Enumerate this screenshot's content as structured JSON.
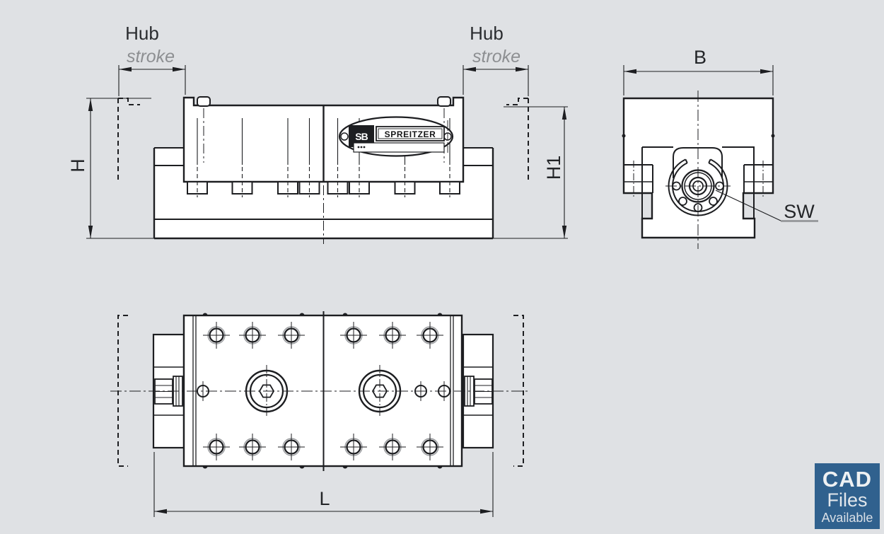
{
  "drawing": {
    "front_view": {
      "hub_left": {
        "label": "Hub",
        "sublabel": "stroke"
      },
      "hub_right": {
        "label": "Hub",
        "sublabel": "stroke"
      },
      "dim_height": "H",
      "dim_height1": "H1"
    },
    "side_view": {
      "dim_width": "B",
      "dim_wrench": "SW"
    },
    "top_view": {
      "dim_length": "L"
    },
    "nameplate": {
      "brand": "SPREITZER",
      "monogram": "SB"
    }
  },
  "badge": {
    "line1": "CAD",
    "line2": "Files",
    "line3": "Available"
  },
  "colors": {
    "background": "#dfe1e4",
    "line": "#1d1e21",
    "secondary_text": "#8d8f92",
    "badge_background": "#30618e",
    "badge_text": "#e9edf0"
  }
}
